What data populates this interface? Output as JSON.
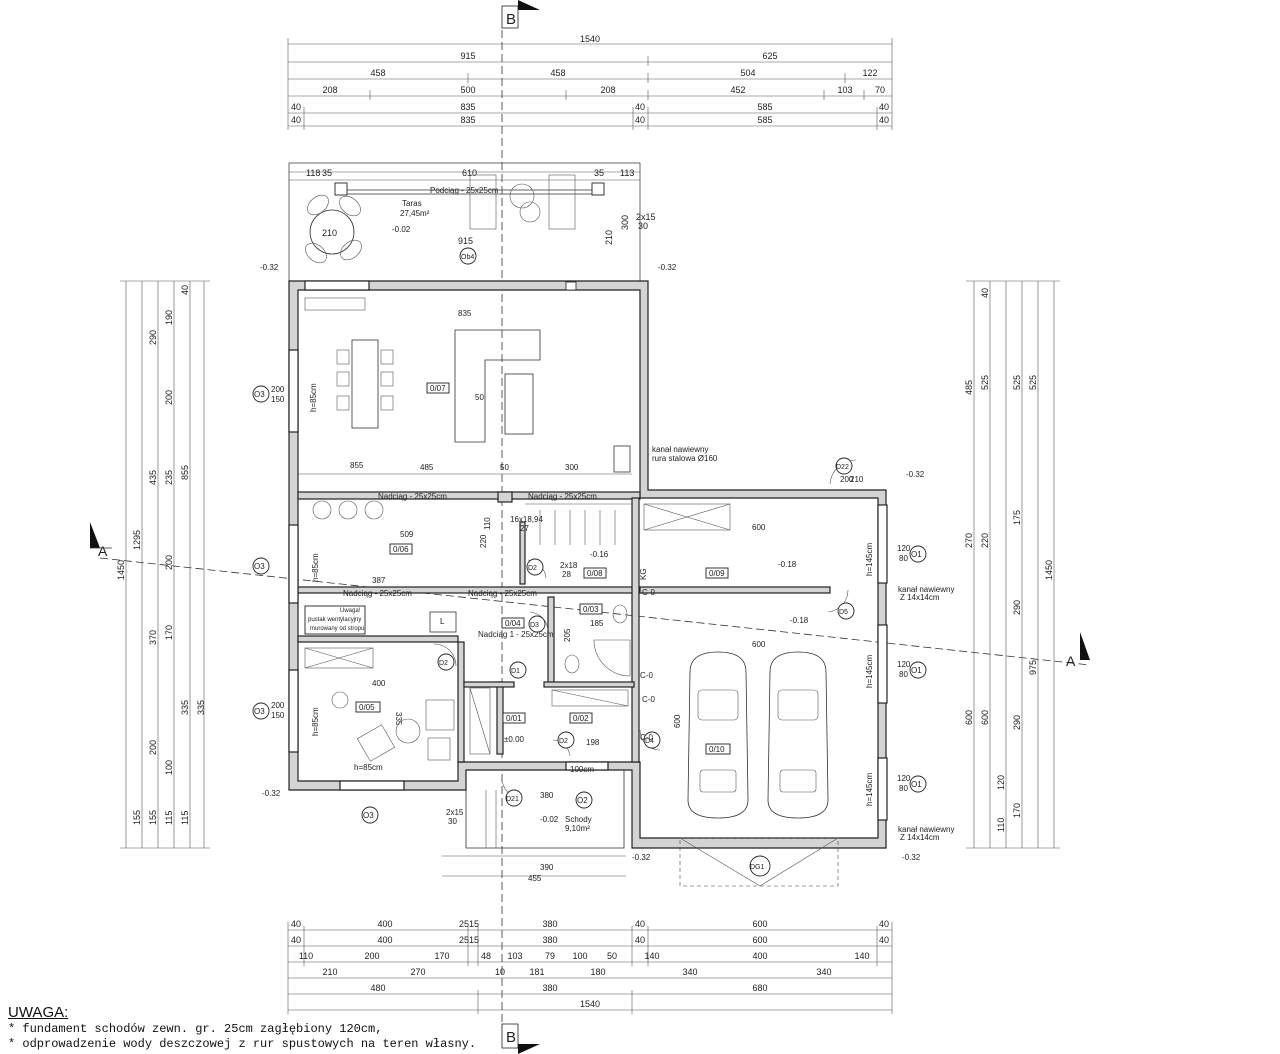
{
  "section_marks": {
    "a": "A",
    "b": "B"
  },
  "top_dimensions": {
    "row1": [
      "1540"
    ],
    "row2": [
      "915",
      "625"
    ],
    "row3": [
      "458",
      "458",
      "504",
      "122"
    ],
    "row4": [
      "208",
      "500",
      "208",
      "452",
      "103",
      "70"
    ],
    "row5": [
      "40",
      "835",
      "40",
      "585",
      "40"
    ],
    "row6": [
      "40",
      "835",
      "40",
      "585",
      "40"
    ]
  },
  "bottom_dimensions": {
    "row1": [
      "40",
      "400",
      "25",
      "15",
      "380",
      "40",
      "600",
      "40"
    ],
    "row2": [
      "40",
      "400",
      "25",
      "15",
      "380",
      "40",
      "600",
      "40"
    ],
    "row3": [
      "110",
      "200",
      "170",
      "48",
      "103",
      "79",
      "100",
      "50",
      "140",
      "400",
      "140"
    ],
    "row4": [
      "210",
      "270",
      "10",
      "181",
      "180",
      "340",
      "340"
    ],
    "row5": [
      "480",
      "380",
      "680"
    ],
    "row6": [
      "1540"
    ]
  },
  "left_dimensions": [
    "1450",
    "1295",
    "855",
    "435",
    "235",
    "200",
    "290",
    "190",
    "200",
    "370",
    "170",
    "335",
    "200",
    "100",
    "155",
    "155",
    "115",
    "40"
  ],
  "right_dimensions": [
    "485",
    "525",
    "525",
    "525",
    "270",
    "220",
    "175",
    "290",
    "600",
    "600",
    "290",
    "170",
    "120",
    "110",
    "975",
    "1450",
    "40"
  ],
  "terrace": {
    "label": "Taras",
    "area": "27,45m²",
    "beam": "Podciąg - 25x25cm",
    "dims": [
      "118",
      "35",
      "35",
      "113",
      "610",
      "915",
      "300",
      "210",
      "2x15",
      "30"
    ],
    "level": "-0.02",
    "table_dim": "210"
  },
  "rooms": [
    {
      "id": "0/07",
      "label": "0/07"
    },
    {
      "id": "0/06",
      "label": "0/06"
    },
    {
      "id": "0/05",
      "label": "0/05"
    },
    {
      "id": "0/04",
      "label": "0/04"
    },
    {
      "id": "0/03",
      "label": "0/03"
    },
    {
      "id": "0/02",
      "label": "0/02"
    },
    {
      "id": "0/01",
      "label": "0/01"
    },
    {
      "id": "0/08",
      "label": "0/08"
    },
    {
      "id": "0/09",
      "label": "0/09"
    },
    {
      "id": "0/10",
      "label": "0/10"
    }
  ],
  "beams": [
    "Nadciąg - 25x25cm",
    "Nadciąg - 25x25cm",
    "Nadciąg - 25x25cm",
    "Nadciąg - 25x25cm",
    "Nadciąg 1 - 25x25cm"
  ],
  "interior_dims": [
    "835",
    "485",
    "50",
    "300",
    "855",
    "509",
    "387",
    "400",
    "600",
    "600",
    "335",
    "380",
    "198",
    "185",
    "205",
    "110",
    "220",
    "50"
  ],
  "stairs": {
    "label": "16x18,94",
    "sub": "27",
    "stair2": "2x18",
    "stair2_sub": "28"
  },
  "window_tags": [
    "O3",
    "O3",
    "O3",
    "O3",
    "O1",
    "O1",
    "O1",
    "O2",
    "Ob4"
  ],
  "window_dims": [
    "200",
    "150",
    "120",
    "80",
    "200",
    "210"
  ],
  "heights": [
    "h=85cm",
    "h=85cm",
    "h=85cm",
    "h=145cm",
    "h=145cm",
    "h=145cm",
    "h=85cm"
  ],
  "door_tags": [
    "D1",
    "D2",
    "D2",
    "D2",
    "D3",
    "D4",
    "D5",
    "D21",
    "D22",
    "DG1"
  ],
  "levels": [
    "-0.32",
    "-0.32",
    "-0.32",
    "-0.32",
    "-0.32",
    "-0.32",
    "-0.18",
    "-0.18",
    "-0.16",
    "±0.00",
    "-0.02"
  ],
  "vent_note": {
    "line1": "Uwaga!",
    "line2": "pustak wentylacyjny",
    "line3": "murowany od stropu"
  },
  "chimney_note": {
    "line1": "kanał nawiewny",
    "line2": "rura stalowa Ø160"
  },
  "duct_notes": [
    "kanał nawiewny",
    "Z 14x14cm",
    "kanał nawiewny",
    "Z 14x14cm"
  ],
  "entrance": {
    "label": "Schody",
    "area": "9,10m²",
    "width": "100cm",
    "dim1": "380",
    "dim2": "390",
    "dim3": "455",
    "stair": "2x15",
    "stair_sub": "30"
  },
  "misc_labels": [
    "KG",
    "L",
    "C-0",
    "C-0",
    "C-0",
    "C-0"
  ],
  "notes": {
    "title": "UWAGA:",
    "line1": "* fundament schodów zewn. gr. 25cm zagłębiony 120cm,",
    "line2": "* odprowadzenie wody deszczowej z rur spustowych na teren własny."
  }
}
